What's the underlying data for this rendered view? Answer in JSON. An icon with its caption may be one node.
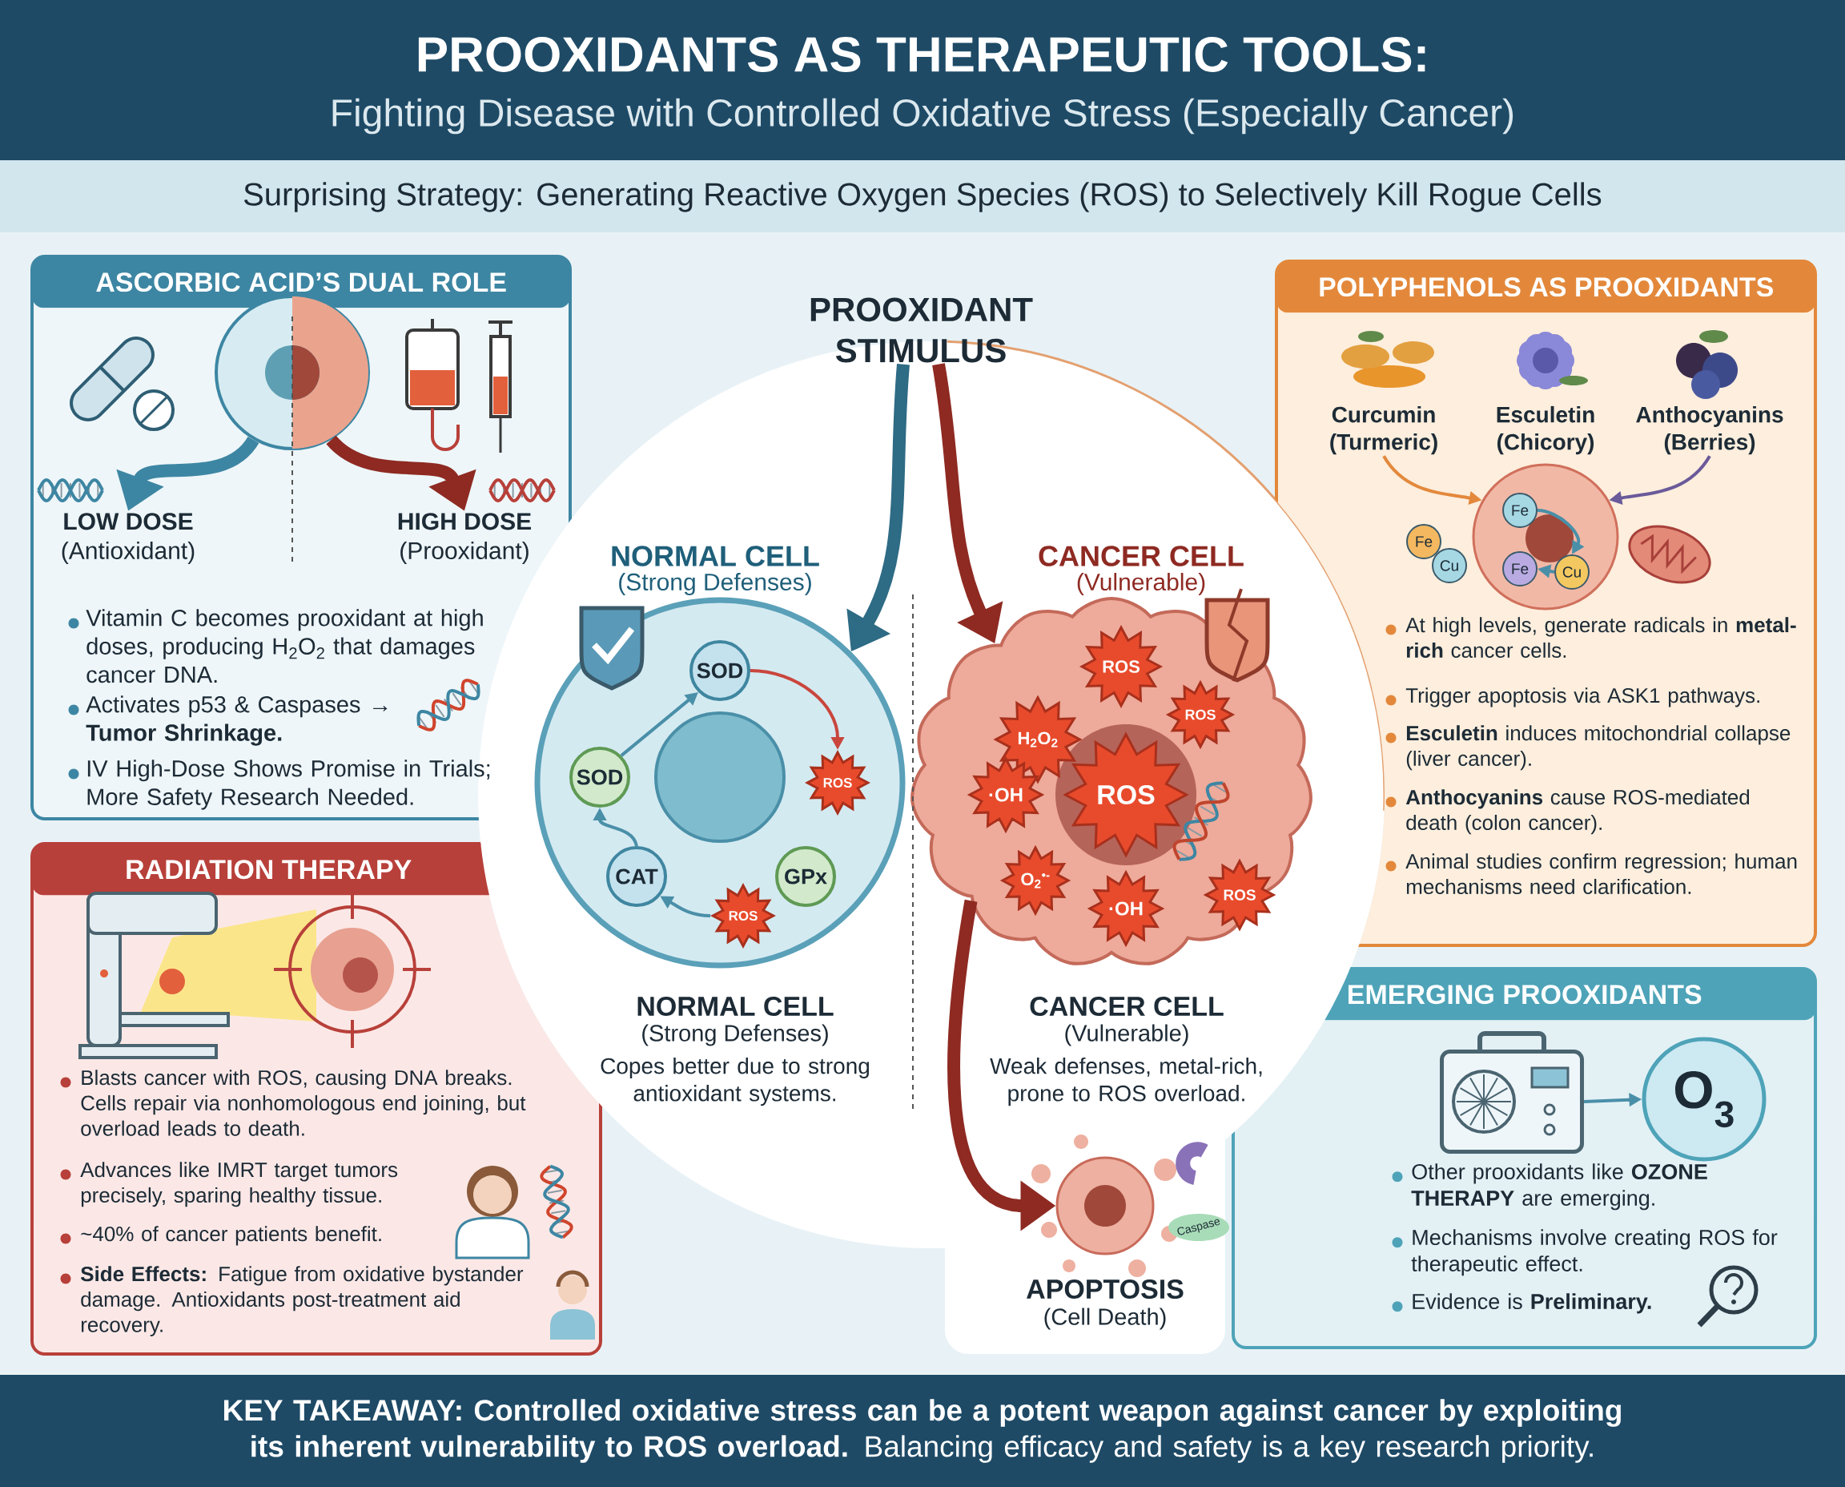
{
  "diagram": {
    "title": "PROOXIDANTS AS THERAPEUTIC TOOLS:",
    "caption": "**KEY TAKEAWAY: Controlled oxidative stress can be a potent weapon against cancer by exploiting its inherent vulnerability to ROS overload.** Balancing efficacy and safety is a key research priority.",
    "nodes": [
      {
        "text": [
          "ASCORBIC ACID’S DUAL ROLE",
          "Vitamin C becomes prooxidant at high doses, producing H$_{2}$O$_{2}$ that damages cancer DNA.",
          "Activates p53 & Caspases **→ Tumor Shrinkage.**",
          "IV High-Dose Shows Promise in Trials; More Safety Research Needed."
        ]
      },
      {
        "text": [],
        "shape": "picture",
        "in": 0
      },
      {
        "text": [
          "LOW DOSE",
          "(Antioxidant)"
        ],
        "in": 0
      },
      {
        "text": [
          "HIGH DOSE",
          "(Prooxidant)"
        ],
        "in": 0
      },
      {
        "text": [
          "RADIATION THERAPY",
          "Blasts cancer with ROS, causing DNA breaks. Cells repair via nonhomologous end joining, but overload leads to death.",
          "Advances like IMRT target tumors precisely, sparing healthy tissue.",
          "~40% of cancer patients benefit.",
          "**Side Effects:** Fatigue from oxidative bystander damage. Antioxidants post-treatment aid recovery."
        ]
      },
      {
        "text": [
          "POLYPHENOLS AS PROOXIDANTS",
          "At high levels, generate radicals in **metal-rich** cancer cells.",
          "Trigger apoptosis via ASK1 pathways.",
          "**Esculetin** induces mitochondrial collapse (liver cancer).",
          "**Anthocyanins** cause ROS-mediated death (colon cancer).",
          "Animal studies confirm regression; human mechanisms need clarification."
        ]
      },
      {
        "text": [
          "Curcumin (Turmeric)"
        ],
        "in": 5
      },
      {
        "text": [
          "Esculetin (Chicory)"
        ],
        "in": 5
      },
      {
        "text": [
          "Anthocyanins (Berries)"
        ],
        "in": 5
      },
      {
        "text": [],
        "shape": "picture",
        "in": 5
      },
      {
        "text": [
          "EMERGING PROOXIDANTS",
          "Other prooxidants like **OZONE THERAPY** are emerging.",
          "Mechanisms involve creating ROS for therapeutic effect.",
          "Evidence is **Preliminary.**"
        ]
      },
      {
        "text": [],
        "shape": "picture",
        "in": 10
      },
      {
        "text": [
          "O$_{3}$"
        ],
        "in": 10
      },
      {
        "text": [
          "PROOXIDANT STIMULUS"
        ]
      },
      {
        "text": [],
        "shape": "circle",
        "beside": [
          "NORMAL CELL",
          "(Strong Defenses)",
          "NORMAL CELL",
          "(Strong Defenses)"
        ]
      },
      {
        "text": [
          "SOD"
        ],
        "in": 14
      },
      {
        "text": [
          "SOD"
        ],
        "in": 14
      },
      {
        "text": [
          "ROS"
        ],
        "in": 14
      },
      {
        "text": [
          "CAT"
        ],
        "in": 14
      },
      {
        "text": [
          "GPx"
        ],
        "in": 14
      },
      {
        "text": [
          "ROS"
        ],
        "in": 14
      },
      {
        "text": [],
        "shape": "cloud",
        "beside": [
          "CANCER CELL",
          "(Vulnerable)",
          "CANCER CELL",
          "(Vulnerable)",
          "Weak defenses, metal-rich, prone to ROS overload."
        ]
      },
      {
        "text": [
          "ROS"
        ],
        "in": 21
      },
      {
        "text": [
          "H$_{2}$O$_{2}$"
        ],
        "in": 21
      },
      {
        "text": [
          "ROS"
        ],
        "in": 21
      },
      {
        "text": [
          "·OH"
        ],
        "in": 21
      },
      {
        "text": [
          "ROS"
        ],
        "in": 21
      },
      {
        "text": [
          "O$_{2}$$^{•-}$"
        ],
        "in": 21
      },
      {
        "text": [
          "·OH"
        ],
        "in": 21
      },
      {
        "text": [
          "ROS"
        ],
        "in": 21
      },
      {
        "text": [],
        "shape": "picture",
        "beside": [
          "APOPTOSIS",
          "(Cell Death)"
        ]
      },
      {
        "text": [
          "Fe"
        ],
        "in": 5
      },
      {
        "text": [
          "Cu"
        ],
        "in": 5
      },
      {
        "text": [
          "Fe"
        ],
        "in": 9
      },
      {
        "text": [
          "Fe"
        ],
        "in": 9
      },
      {
        "text": [
          "Cu"
        ],
        "in": 9
      }
    ],
    "edges": [
      {
        "from": 1,
        "to": 2,
        "arrow": "to",
        "style": "thick",
        "color": "#3d86a3"
      },
      {
        "from": 1,
        "to": 3,
        "arrow": "to",
        "style": "thick",
        "color": "#8e2a22"
      },
      {
        "from": 6,
        "to": 9,
        "arrow": "to",
        "color": "#e3883b"
      },
      {
        "from": 8,
        "to": 9,
        "arrow": "to",
        "color": "#6a5a9a"
      },
      {
        "from": 11,
        "to": 12,
        "arrow": "to"
      },
      {
        "from": 13,
        "to": 14,
        "arrow": "to",
        "style": "thick",
        "color": "#2e6b85"
      },
      {
        "from": 13,
        "to": 21,
        "arrow": "to",
        "style": "thick",
        "color": "#8e2a22"
      },
      {
        "from": 21,
        "to": 30,
        "arrow": "to",
        "style": "thick",
        "color": "#8e2a22"
      },
      {
        "from": 16,
        "to": 15,
        "arrow": "to"
      },
      {
        "from": 15,
        "to": 17,
        "arrow": "to",
        "color": "#c9463d"
      },
      {
        "from": 20,
        "to": 18,
        "arrow": "to"
      },
      {
        "from": 18,
        "to": 16,
        "arrow": "to"
      },
      {
        "from": 33,
        "to": 35,
        "arrow": "to"
      },
      {
        "from": 35,
        "to": 34,
        "arrow": "to"
      }
    ],
    "labels": [
      "Fighting Disease with Controlled Oxidative Stress (Especially Cancer)",
      "Surprising Strategy: Generating Reactive Oxygen Species (ROS) to Selectively Kill Rogue Cells",
      "Caspase",
      "Copes better due to strong antioxidant systems."
    ]
  }
}
